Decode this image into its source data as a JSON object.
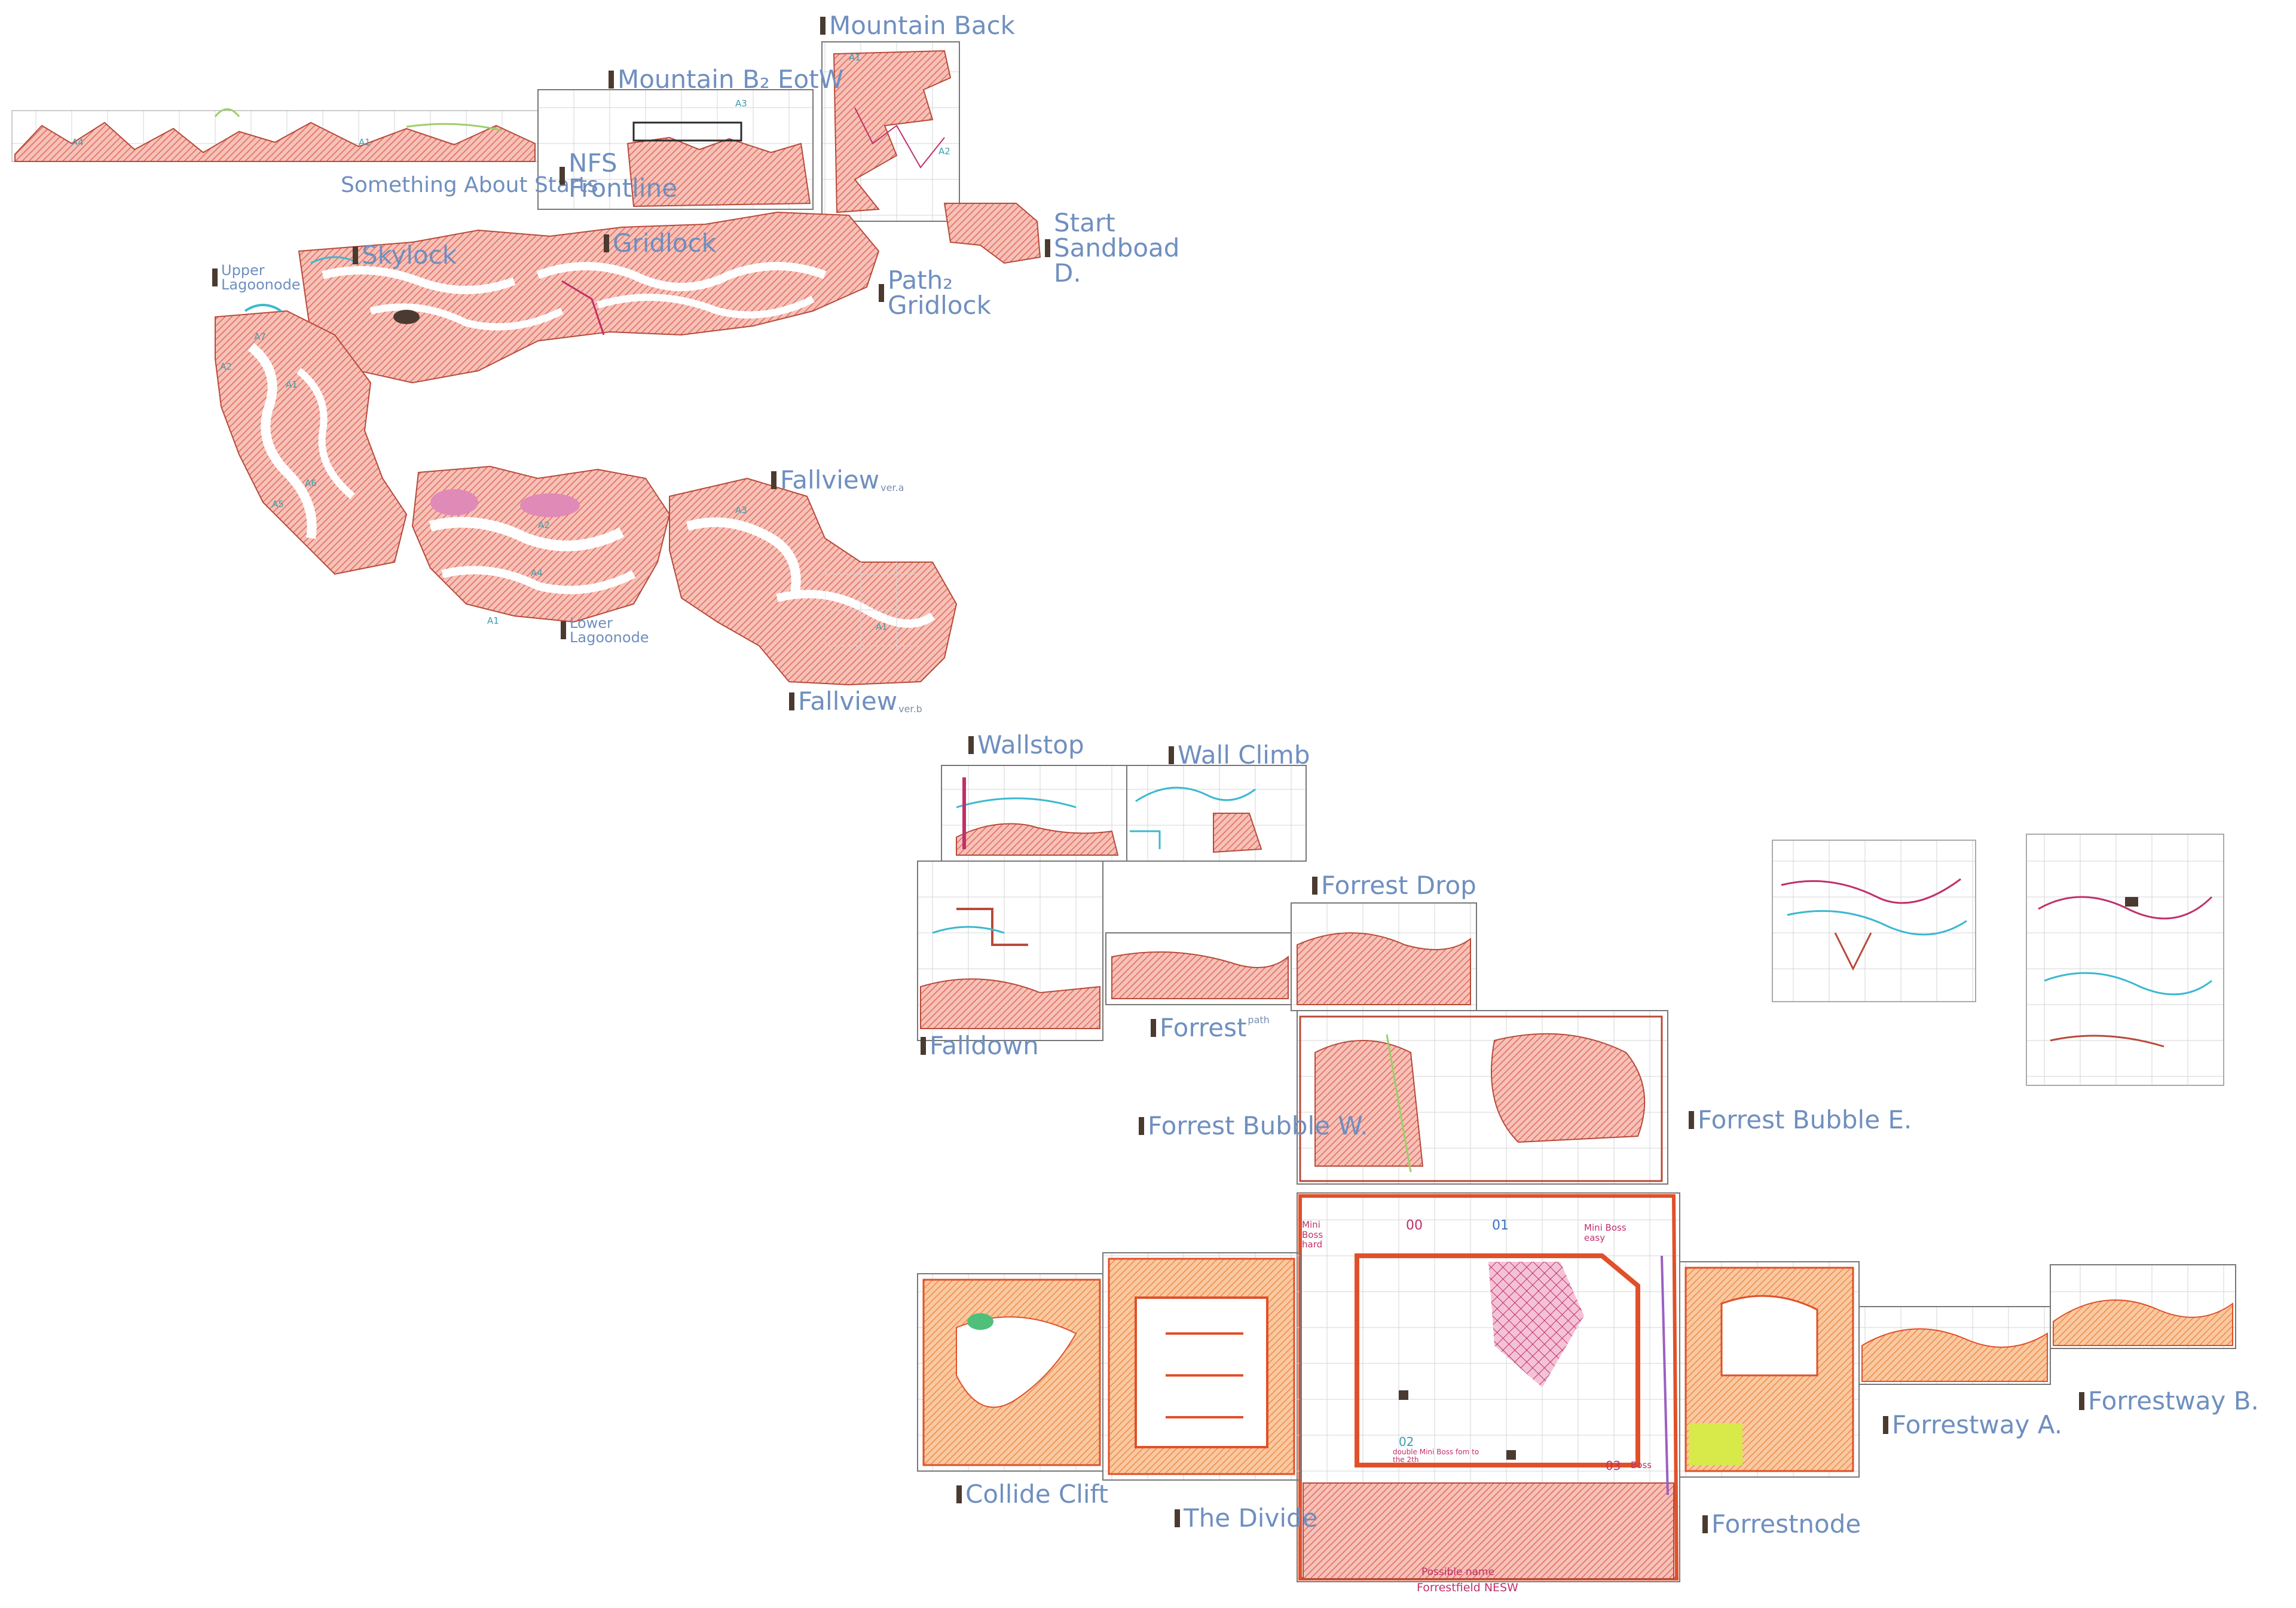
{
  "colors": {
    "rock": "#e8776a",
    "rock_light": "#f4b8ad",
    "outline": "#b84a3a",
    "orange": "#f39a5a",
    "label": "#6f8fbf",
    "cyan": "#3ab8d0",
    "magenta": "#c0306a",
    "green": "#9ccf6a",
    "yellow": "#e8f060"
  },
  "areas": {
    "something_about_starts": "Something About Starts",
    "mountain_back": "Mountain Back",
    "mountain_b2_eotw": "Mountain B₂ EotW",
    "nfs_frontline": "NFS Frontline",
    "start_sandboad": "Start Sandboad D.",
    "skylock": "Skylock",
    "gridlock": "Gridlock",
    "path2_gridlock": "Path₂ Gridlock",
    "upper_lagoonode": "Upper Lagoonode",
    "fallview_a": "Fallview",
    "fallview_a_ver": "ver.a",
    "lower_lagoonode": "Lower Lagoonode",
    "fallview_b": "Fallview",
    "fallview_b_ver": "ver.b",
    "wallstop": "Wallstop",
    "wall_climb": "Wall Climb",
    "forrest_drop": "Forrest Drop",
    "falldown": "Falldown",
    "forrest": "Forrest",
    "forrest_sub": "path",
    "forrest_bubble_w": "Forrest Bubble W.",
    "forrest_bubble_e": "Forrest Bubble E.",
    "collide_clift": "Collide Clift",
    "the_divide": "The Divide",
    "forrestnode": "Forrestnode",
    "forrestway_a": "Forrestway A.",
    "forrestway_b": "Forrestway B."
  },
  "room_tags": [
    "A1",
    "A2",
    "A3",
    "A4",
    "A5",
    "A6",
    "A7"
  ],
  "annotations": {
    "mini_boss_hard": "Mini Boss hard",
    "mini_boss_easy": "Mini Boss easy",
    "room_00": "00",
    "room_01": "01",
    "room_02": "02",
    "room_02_note": "double Mini Boss fom to the 2th",
    "room_03": "03",
    "room_03_note": "Boss",
    "possible_name_1": "Possible name",
    "possible_name_2": "Forrestfield NESW"
  },
  "icons": [
    "savepoint-marker",
    "boss-marker"
  ]
}
